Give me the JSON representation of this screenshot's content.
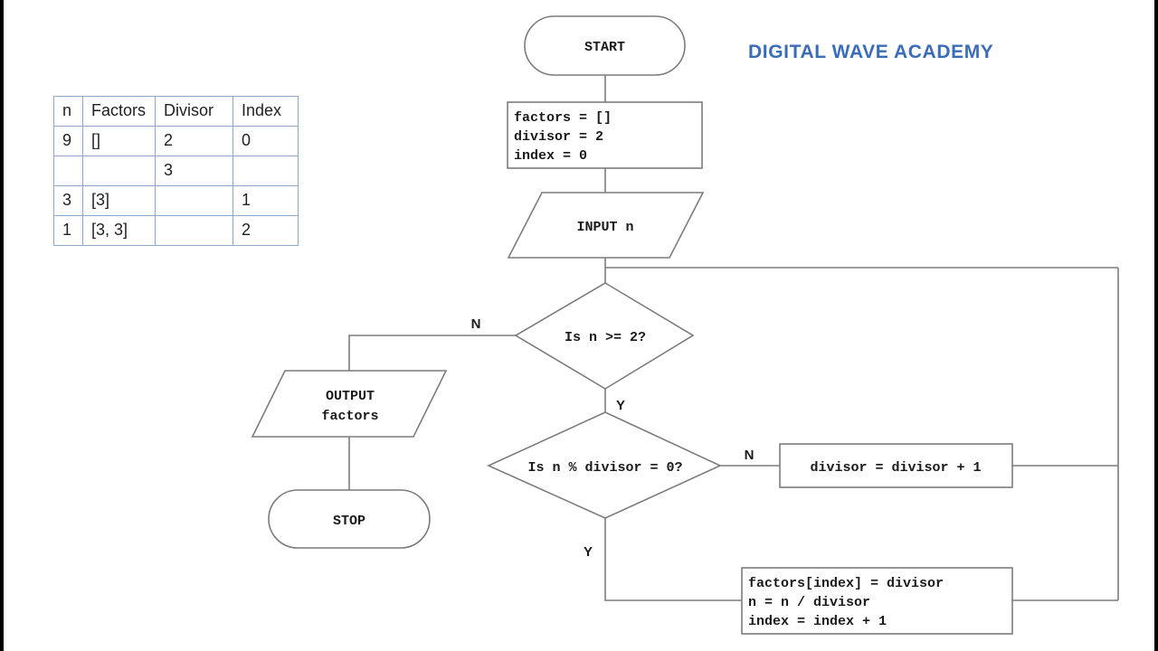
{
  "title": {
    "academy": "DIGITAL WAVE ACADEMY",
    "color": "#3b6cb7"
  },
  "colors": {
    "shape_stroke": "#7c7c7c",
    "connector_stroke": "#7c7c7c",
    "table_border": "#8fa8c8",
    "text": "#1a1a1a",
    "background": "#ffffff",
    "letterbox": "#000000"
  },
  "trace_table": {
    "headers": [
      "n",
      "Factors",
      "Divisor",
      "Index"
    ],
    "rows": [
      [
        "9",
        "[]",
        "2",
        "0"
      ],
      [
        "",
        "",
        "3",
        ""
      ],
      [
        "3",
        "[3]",
        "",
        "1"
      ],
      [
        "1",
        "[3, 3]",
        "",
        "2"
      ]
    ]
  },
  "flowchart": {
    "nodes": {
      "start": {
        "shape": "terminator",
        "label": "START"
      },
      "init": {
        "shape": "process",
        "lines": [
          "factors = []",
          "divisor = 2",
          "index = 0"
        ]
      },
      "input": {
        "shape": "parallelogram",
        "label": "INPUT n"
      },
      "decision_n_ge_2": {
        "shape": "decision",
        "label": "Is n >= 2?"
      },
      "decision_mod": {
        "shape": "decision",
        "label": "Is n % divisor = 0?"
      },
      "increment_divisor": {
        "shape": "process",
        "lines": [
          "divisor = divisor + 1"
        ]
      },
      "record_factor": {
        "shape": "process",
        "lines": [
          "factors[index] = divisor",
          "n = n / divisor",
          "index = index + 1"
        ]
      },
      "output": {
        "shape": "parallelogram",
        "lines": [
          "OUTPUT",
          "factors"
        ]
      },
      "stop": {
        "shape": "terminator",
        "label": "STOP"
      }
    },
    "branch_labels": {
      "n_ge_2_no": "N",
      "n_ge_2_yes": "Y",
      "mod_no": "N",
      "mod_yes": "Y"
    }
  }
}
